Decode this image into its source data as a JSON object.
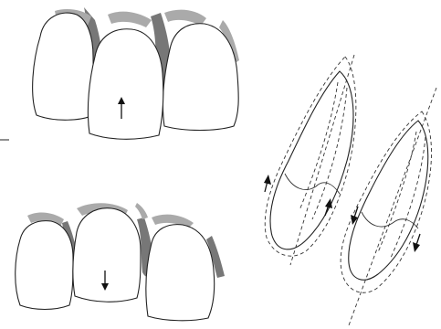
{
  "figure": {
    "panels": [
      {
        "name": "upper-front-view",
        "arrow_direction": "up"
      },
      {
        "name": "lower-front-view",
        "arrow_direction": "down"
      },
      {
        "name": "side-view-left",
        "arrow_direction": "up"
      },
      {
        "name": "side-view-right",
        "arrow_direction": "down"
      }
    ],
    "colors": {
      "line": "#222222",
      "gum_shading": "#777777",
      "background": "#ffffff"
    }
  }
}
